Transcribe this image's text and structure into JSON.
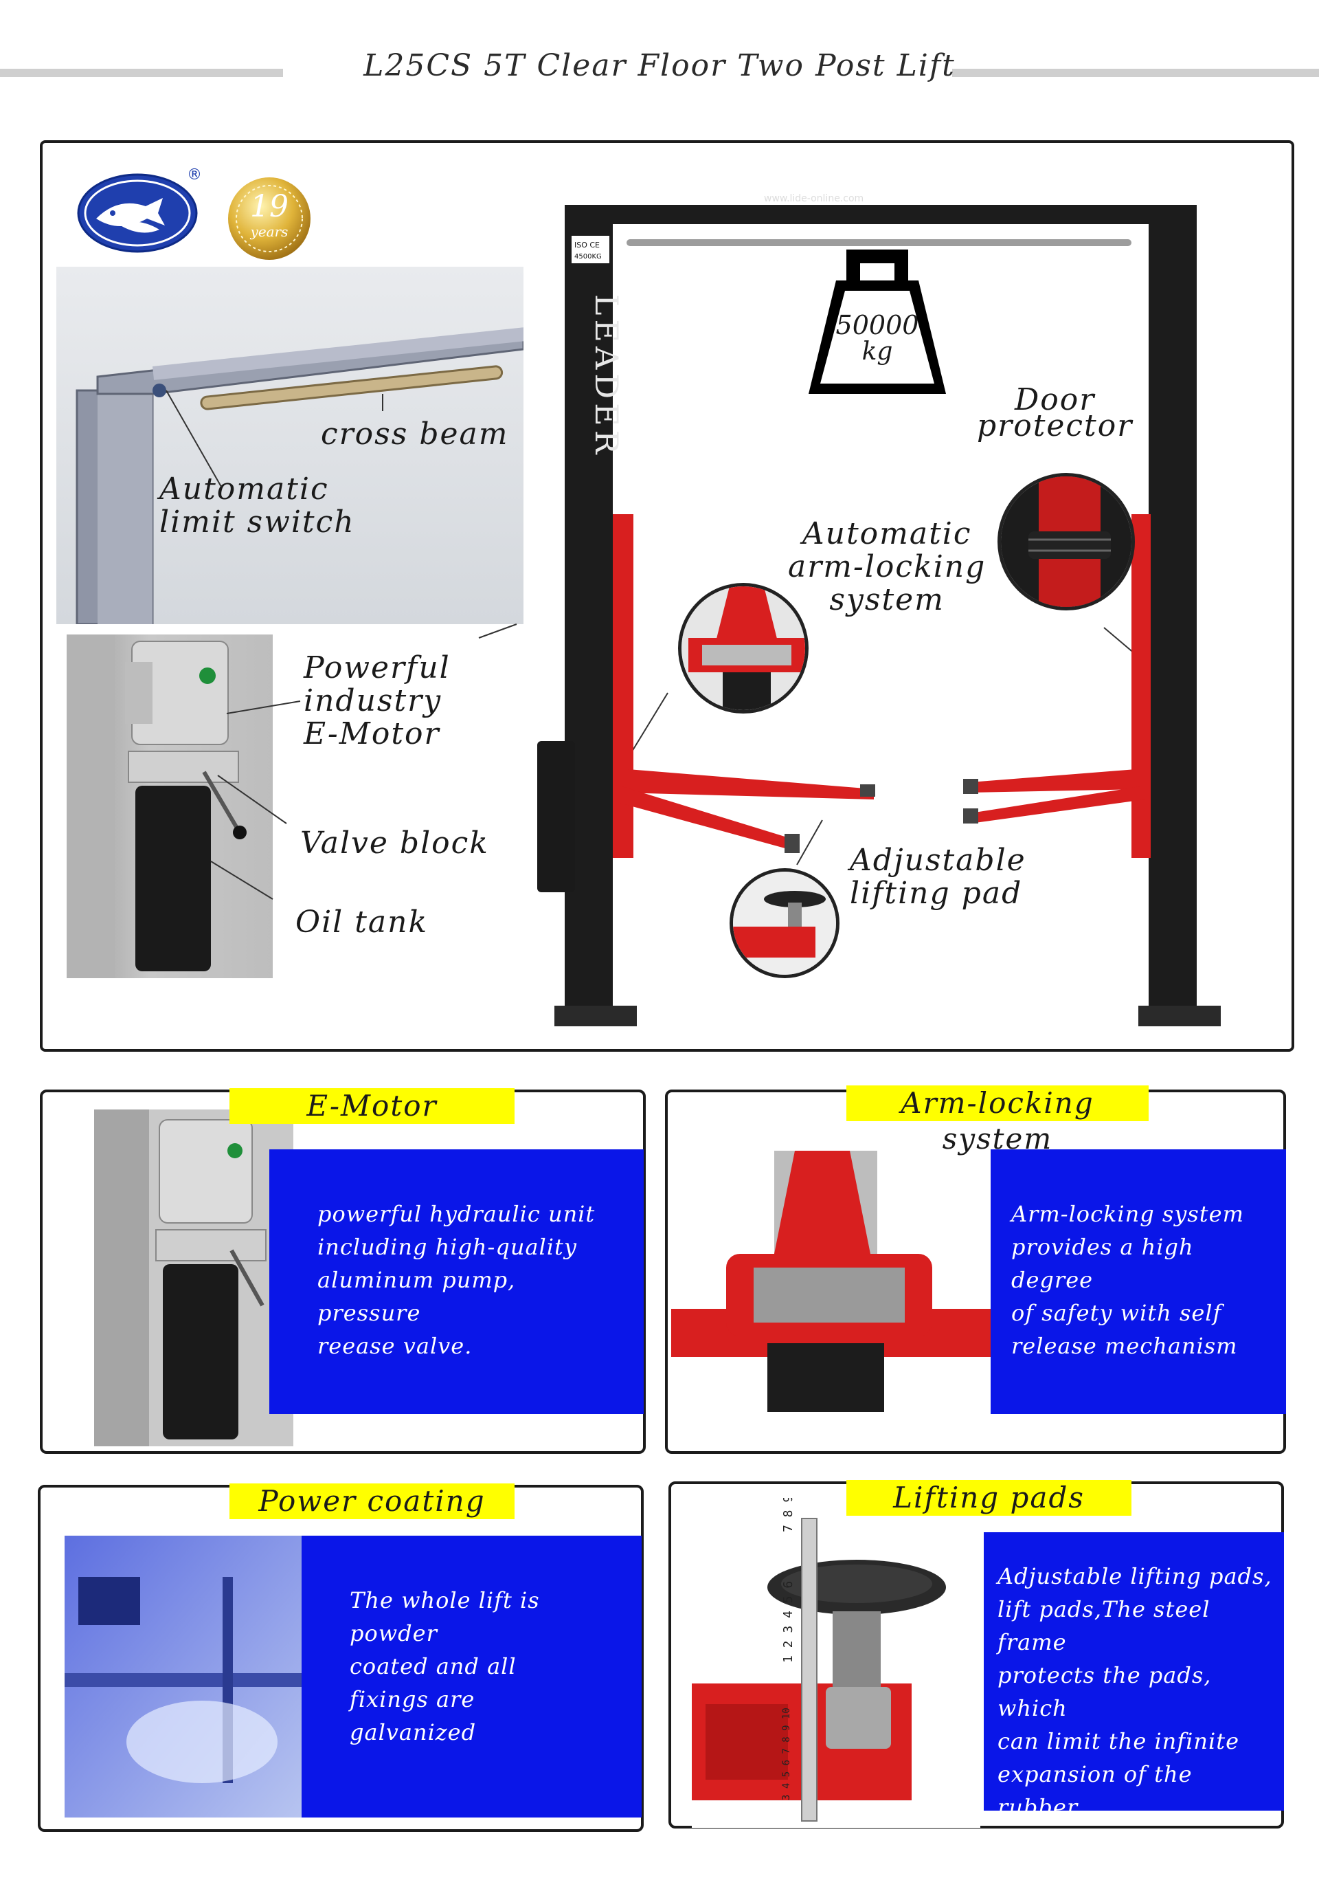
{
  "header": {
    "title": "L25CS 5T Clear Floor Two Post Lift"
  },
  "main": {
    "logo_registered": "®",
    "badge_number": "19",
    "badge_word": "years",
    "post_brand": "LEADER",
    "post_badge_top": "ISO CE",
    "post_badge_bottom": "4500KG",
    "beam_url": "www.lide-online.com",
    "weight_value": "50000",
    "weight_unit": "kg",
    "callouts": {
      "cross_beam": "cross beam",
      "limit_switch": "Automatic\nlimit switch",
      "motor": "Powerful\nindustry\nE-Motor",
      "valve": "Valve block",
      "oil": "Oil tank",
      "door": "Door\nprotector",
      "arm_lock": "Automatic\narm-locking\nsystem",
      "pad": "Adjustable\nlifting pad"
    }
  },
  "panels": {
    "emotor": {
      "label": "E-Motor",
      "text": "powerful hydraulic unit\n including high-quality\naluminum pump, pressure\nreease valve."
    },
    "armlock": {
      "label": "Arm-locking system",
      "text": "Arm-locking system\nprovides a high degree\nof safety with self\nrelease mechanism"
    },
    "coating": {
      "label": "Power coating",
      "text": "The whole lift is powder\ncoated and all\nfixings are galvanized"
    },
    "pads": {
      "label": "Lifting pads",
      "text": "Adjustable lifting pads,\nlift pads,The steel frame\nprotects the pads, which\ncan limit the infinite\nexpansion of the rubber\nplate when loading,\nlasting and durable!",
      "ruler_top": "7 8 9",
      "ruler_mid": "1 2 3 4 5 6",
      "ruler_low": "3 4 5 6 7 8 9 10"
    }
  },
  "colors": {
    "accent_yellow": "#ffff00",
    "panel_blue": "#0a16e8",
    "lift_red": "#d81f1f",
    "post_black": "#1c1c1c"
  }
}
